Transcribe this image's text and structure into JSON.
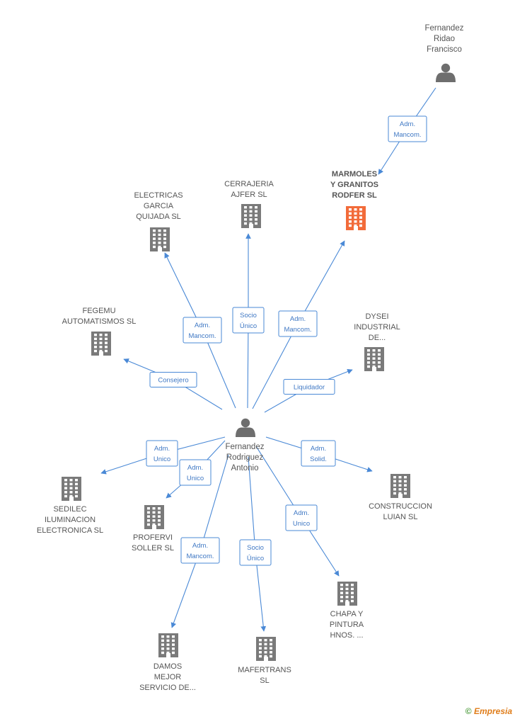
{
  "colors": {
    "edge": "#4a89d6",
    "company": "#7a7a7a",
    "highlight": "#f26b3a",
    "person": "#6e6e6e"
  },
  "nodes": [
    {
      "id": "center",
      "kind": "person",
      "lines": [
        "Fernandez",
        "Rodriguez",
        "Antonio"
      ]
    },
    {
      "id": "ridao",
      "kind": "person",
      "lines": [
        "Fernandez",
        "Ridao",
        "Francisco"
      ]
    },
    {
      "id": "marmoles",
      "kind": "company",
      "highlight": true,
      "lines": [
        "MARMOLES",
        "Y GRANITOS",
        "RODFER SL"
      ]
    },
    {
      "id": "cerrajeria",
      "kind": "company",
      "lines": [
        "CERRAJERIA",
        "AJFER  SL"
      ]
    },
    {
      "id": "electricas",
      "kind": "company",
      "lines": [
        "ELECTRICAS",
        "GARCIA",
        "QUIJADA SL"
      ]
    },
    {
      "id": "fegemu",
      "kind": "company",
      "lines": [
        "FEGEMU",
        "AUTOMATISMOS SL"
      ]
    },
    {
      "id": "dysei",
      "kind": "company",
      "lines": [
        "DYSEI",
        "INDUSTRIAL",
        "DE..."
      ]
    },
    {
      "id": "sedilec",
      "kind": "company",
      "lines": [
        "SEDILEC",
        "ILUMINACION",
        "ELECTRONICA SL"
      ]
    },
    {
      "id": "profervi",
      "kind": "company",
      "lines": [
        "PROFERVI",
        "SOLLER  SL"
      ]
    },
    {
      "id": "construccion",
      "kind": "company",
      "lines": [
        "CONSTRUCCION",
        "LUIAN SL"
      ]
    },
    {
      "id": "chapa",
      "kind": "company",
      "lines": [
        "CHAPA Y",
        "PINTURA",
        "HNOS. ..."
      ]
    },
    {
      "id": "damos",
      "kind": "company",
      "lines": [
        "DAMOS",
        "MEJOR",
        "SERVICIO DE..."
      ]
    },
    {
      "id": "mafertrans",
      "kind": "company",
      "lines": [
        "MAFERTRANS",
        "SL"
      ]
    }
  ],
  "edges": [
    {
      "from": "ridao",
      "to": "marmoles",
      "label": [
        "Adm.",
        "Mancom."
      ]
    },
    {
      "from": "center",
      "to": "marmoles",
      "label": [
        "Adm.",
        "Mancom."
      ]
    },
    {
      "from": "center",
      "to": "cerrajeria",
      "label": [
        "Socio",
        "Único"
      ]
    },
    {
      "from": "center",
      "to": "electricas",
      "label": [
        "Adm.",
        "Mancom."
      ]
    },
    {
      "from": "center",
      "to": "fegemu",
      "label": [
        "Consejero"
      ]
    },
    {
      "from": "center",
      "to": "dysei",
      "label": [
        "Liquidador"
      ]
    },
    {
      "from": "center",
      "to": "sedilec",
      "label": [
        "Adm.",
        "Unico"
      ]
    },
    {
      "from": "center",
      "to": "profervi",
      "label": [
        "Adm.",
        "Unico"
      ]
    },
    {
      "from": "center",
      "to": "construccion",
      "label": [
        "Adm.",
        "Solid."
      ]
    },
    {
      "from": "center",
      "to": "chapa",
      "label": [
        "Adm.",
        "Unico"
      ]
    },
    {
      "from": "center",
      "to": "damos",
      "label": [
        "Adm.",
        "Mancom."
      ]
    },
    {
      "from": "center",
      "to": "mafertrans",
      "label": [
        "Socio",
        "Único"
      ]
    }
  ],
  "footer": {
    "copyright": "©",
    "brand_initial": "E",
    "brand_rest": "mpresia"
  }
}
